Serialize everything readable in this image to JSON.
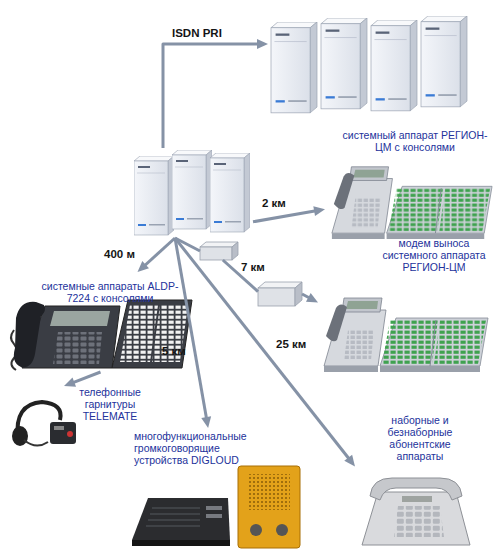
{
  "diagram": {
    "nodes": [
      {
        "text": []
      },
      {
        "text": []
      },
      {
        "text": [
          "системный аппарат РЕГИОН-ЦМ с консолями"
        ]
      },
      {
        "text": []
      },
      {
        "text": [
          "модем выноса системного аппарата РЕГИОН-ЦМ"
        ]
      },
      {
        "text": []
      },
      {
        "text": [
          "системные аппараты ALDP-7224 с консолями"
        ]
      },
      {
        "text": [
          "телефонные гарнитуры TELEMATE"
        ]
      },
      {
        "text": [
          "многофункциональные громкоговорящие устройства DIGLOUD"
        ]
      },
      {
        "text": [
          "наборные и безнаборные абонентские аппараты"
        ]
      }
    ],
    "edges": [
      {
        "from": 0,
        "to": 1,
        "label": "ISDN PRI",
        "arrow": "to"
      },
      {
        "from": 0,
        "to": 2,
        "label": "2 км",
        "arrow": "to"
      },
      {
        "from": 0,
        "to": 3,
        "arrow": "none"
      },
      {
        "from": 3,
        "to": 4,
        "label": "7 км",
        "arrow": "none"
      },
      {
        "from": 4,
        "to": 5,
        "arrow": "to"
      },
      {
        "from": 0,
        "to": 6,
        "label": "400 м",
        "arrow": "to"
      },
      {
        "from": 6,
        "to": 7,
        "arrow": "to"
      },
      {
        "from": 0,
        "to": 8,
        "label": "5 км",
        "arrow": "to"
      },
      {
        "from": 0,
        "to": 9,
        "label": "25 км",
        "arrow": "to"
      }
    ]
  }
}
